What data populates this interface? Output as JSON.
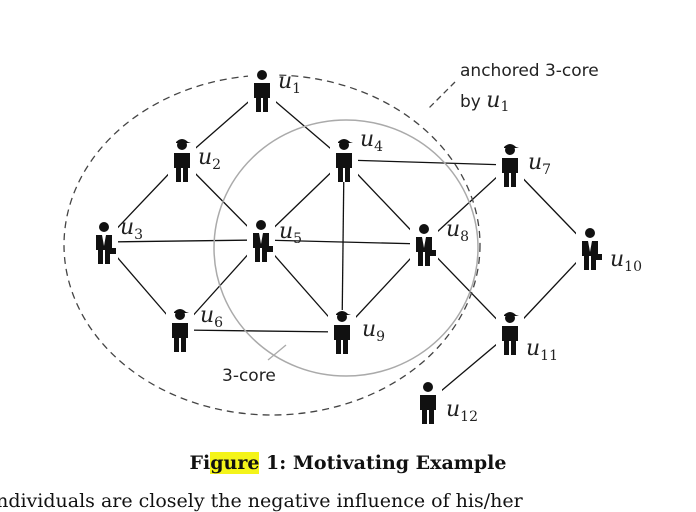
{
  "diagram": {
    "nodes": [
      {
        "id": "u1",
        "base": "u",
        "sub": "1",
        "type": "plain"
      },
      {
        "id": "u2",
        "base": "u",
        "sub": "2",
        "type": "cap"
      },
      {
        "id": "u3",
        "base": "u",
        "sub": "3",
        "type": "suit"
      },
      {
        "id": "u4",
        "base": "u",
        "sub": "4",
        "type": "cap"
      },
      {
        "id": "u5",
        "base": "u",
        "sub": "5",
        "type": "suit"
      },
      {
        "id": "u6",
        "base": "u",
        "sub": "6",
        "type": "cap"
      },
      {
        "id": "u7",
        "base": "u",
        "sub": "7",
        "type": "cap"
      },
      {
        "id": "u8",
        "base": "u",
        "sub": "8",
        "type": "suit"
      },
      {
        "id": "u9",
        "base": "u",
        "sub": "9",
        "type": "cap"
      },
      {
        "id": "u10",
        "base": "u",
        "sub": "10",
        "type": "suit"
      },
      {
        "id": "u11",
        "base": "u",
        "sub": "11",
        "type": "cap"
      },
      {
        "id": "u12",
        "base": "u",
        "sub": "12",
        "type": "plain"
      }
    ],
    "edges": [
      [
        "u1",
        "u2"
      ],
      [
        "u1",
        "u4"
      ],
      [
        "u2",
        "u3"
      ],
      [
        "u2",
        "u5"
      ],
      [
        "u3",
        "u5"
      ],
      [
        "u3",
        "u6"
      ],
      [
        "u4",
        "u5"
      ],
      [
        "u4",
        "u8"
      ],
      [
        "u4",
        "u7"
      ],
      [
        "u4",
        "u9"
      ],
      [
        "u5",
        "u6"
      ],
      [
        "u5",
        "u8"
      ],
      [
        "u5",
        "u9"
      ],
      [
        "u6",
        "u9"
      ],
      [
        "u8",
        "u9"
      ],
      [
        "u8",
        "u7"
      ],
      [
        "u8",
        "u11"
      ],
      [
        "u7",
        "u10"
      ],
      [
        "u10",
        "u11"
      ],
      [
        "u11",
        "u12"
      ]
    ],
    "annotations": {
      "anchored_line1": "anchored 3-core",
      "anchored_line2_prefix": "by ",
      "anchored_node": {
        "base": "u",
        "sub": "1"
      },
      "core_label": "3-core"
    }
  },
  "caption": {
    "highlight": "gure",
    "prefix": "Fi",
    "rest": " 1: Motivating Example"
  },
  "footer_text": "individuals are closely the negative influence of his/her"
}
